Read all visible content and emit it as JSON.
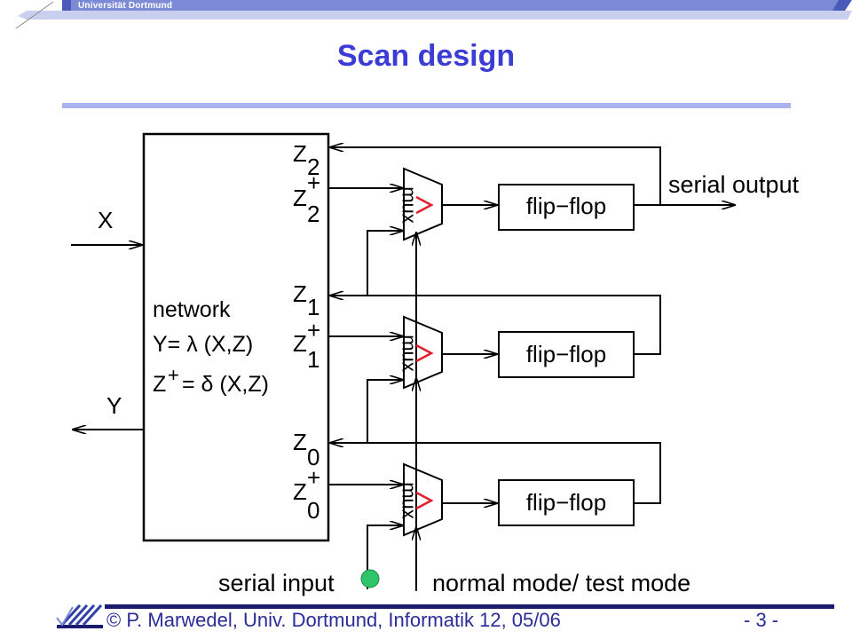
{
  "header": {
    "university": "Universität Dortmund",
    "title": "Scan design"
  },
  "diagram": {
    "network_label": "network",
    "eq_y": "Y= λ (X,Z)",
    "eq_z_base": "Z",
    "eq_z_plus": "+",
    "eq_z_rest": "= δ  (X,Z)",
    "input_x": "X",
    "output_y": "Y",
    "z_letter": "Z",
    "plus": "+",
    "indices": [
      "2",
      "2",
      "1",
      "1",
      "0",
      "0"
    ],
    "mux_label": "mux",
    "flipflop_label": "flip−flop",
    "serial_output": "serial output",
    "serial_input": "serial input",
    "mode_label": "normal mode/ test mode"
  },
  "footer": {
    "credit": "© P. Marwedel, Univ. Dortmund, Informatik 12, 05/06",
    "page": "- 3 -"
  },
  "colors": {
    "title": "#3b3bd6",
    "rule": "#a9b3ef",
    "footer_text": "#2b2b9a",
    "mux_triangle": "#e0202c",
    "serial_input_dot": "#2ec46a"
  }
}
